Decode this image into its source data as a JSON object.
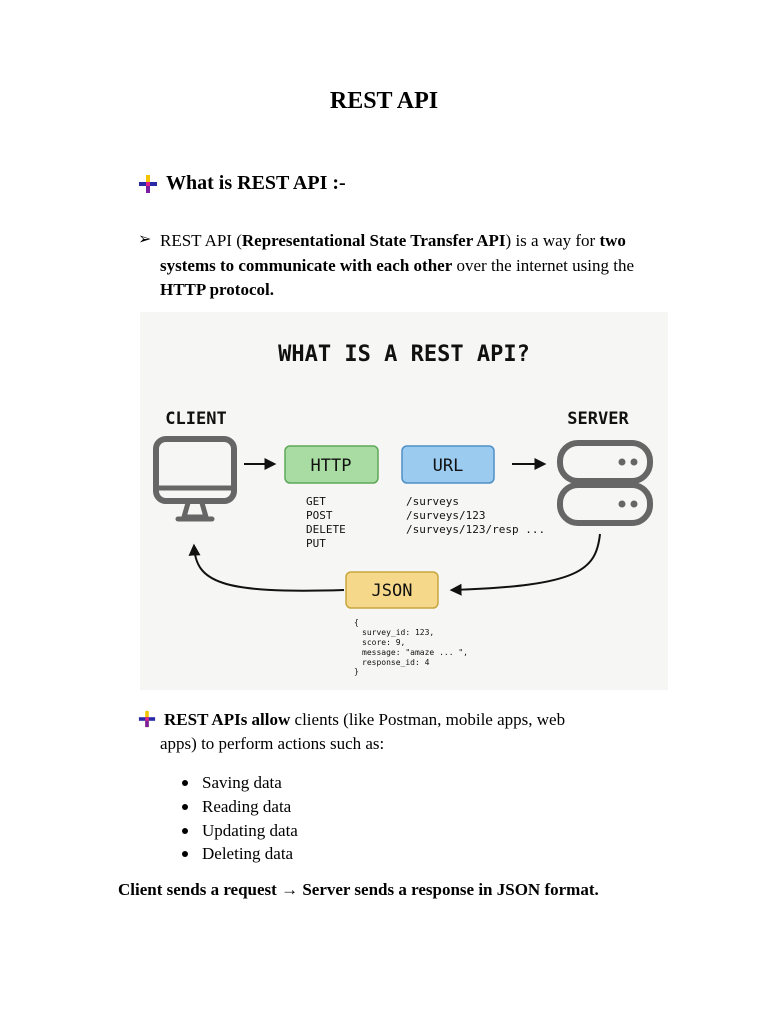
{
  "title": "REST API",
  "heading": "What is REST API :-",
  "intro": {
    "t1": "REST API (",
    "b1": "Representational State Transfer API",
    "t2": ") is a way for ",
    "b2": "two systems to communicate with each other",
    "t3": " over the internet using the ",
    "b3": "HTTP protocol."
  },
  "diagram": {
    "title": "WHAT IS A REST API?",
    "client_label": "CLIENT",
    "server_label": "SERVER",
    "http_label": "HTTP",
    "url_label": "URL",
    "json_label": "JSON",
    "methods": [
      "GET",
      "POST",
      "DELETE",
      "PUT"
    ],
    "urls": [
      "/surveys",
      "/surveys/123",
      "/surveys/123/resp ..."
    ],
    "json_lines": [
      "{",
      "survey_id: 123,",
      "score: 9,",
      "message: \"amaze ... \",",
      "response_id: 4",
      "}"
    ],
    "colors": {
      "http": "#a8dca3",
      "url": "#9ccbf0",
      "json": "#f5d889",
      "device": "#666666"
    }
  },
  "allow": {
    "bold": "REST APIs allow",
    "text1": " clients (like Postman, mobile apps, web",
    "text2": "apps) to perform actions such as:"
  },
  "actions": [
    "Saving data",
    "Reading data",
    "Updating data",
    "Deleting data"
  ],
  "footer": "Client sends a request → Server sends a response in JSON format."
}
